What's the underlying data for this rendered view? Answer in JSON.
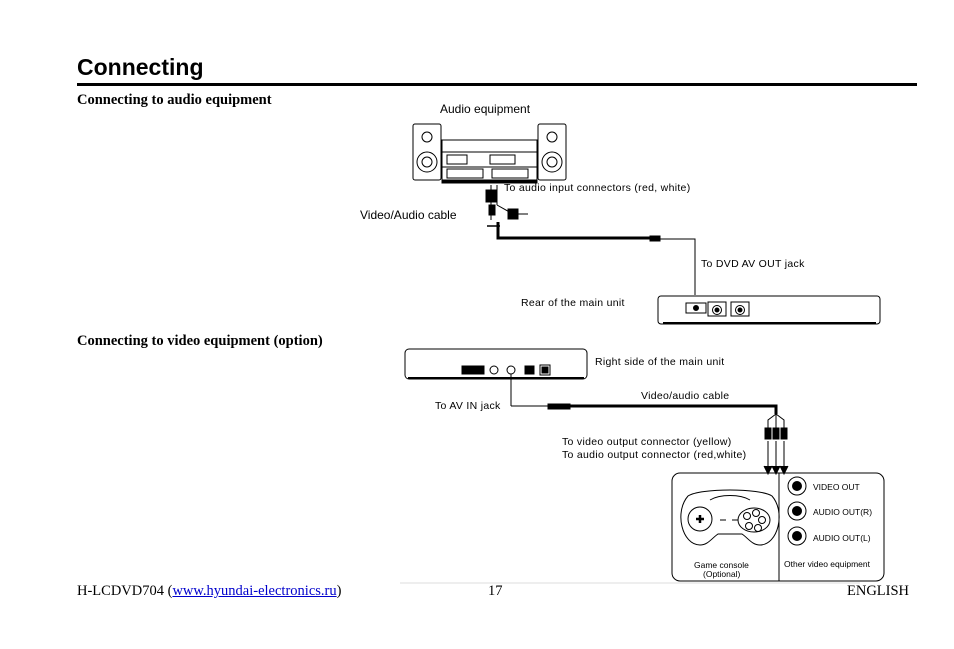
{
  "page": {
    "title": "Connecting",
    "section_audio": "Connecting to audio equipment",
    "section_video": "Connecting to video equipment (option)"
  },
  "audio_diagram": {
    "audio_equipment": "Audio equipment",
    "to_audio_input": "To audio input connectors (red, white)",
    "cable": "Video/Audio cable",
    "to_av_out": "To DVD AV OUT jack",
    "rear_unit": "Rear of the main unit"
  },
  "video_diagram": {
    "right_side": "Right side of the main unit",
    "cable": "Video/audio cable",
    "to_av_in": "To AV IN jack",
    "to_video_output": "To video output connector (yellow)",
    "to_audio_output": "To audio output connector (red,white)",
    "video_out": "VIDEO OUT",
    "audio_out_r": "AUDIO OUT(R)",
    "audio_out_l": "AUDIO OUT(L)",
    "game_console": "Game console",
    "optional": "(Optional)",
    "other_video": "Other video equipment"
  },
  "footer": {
    "model": "H-LCDVD704 (",
    "link": "www.hyundai-electronics.ru",
    "close": ")",
    "page_number": "17",
    "language": "ENGLISH"
  }
}
